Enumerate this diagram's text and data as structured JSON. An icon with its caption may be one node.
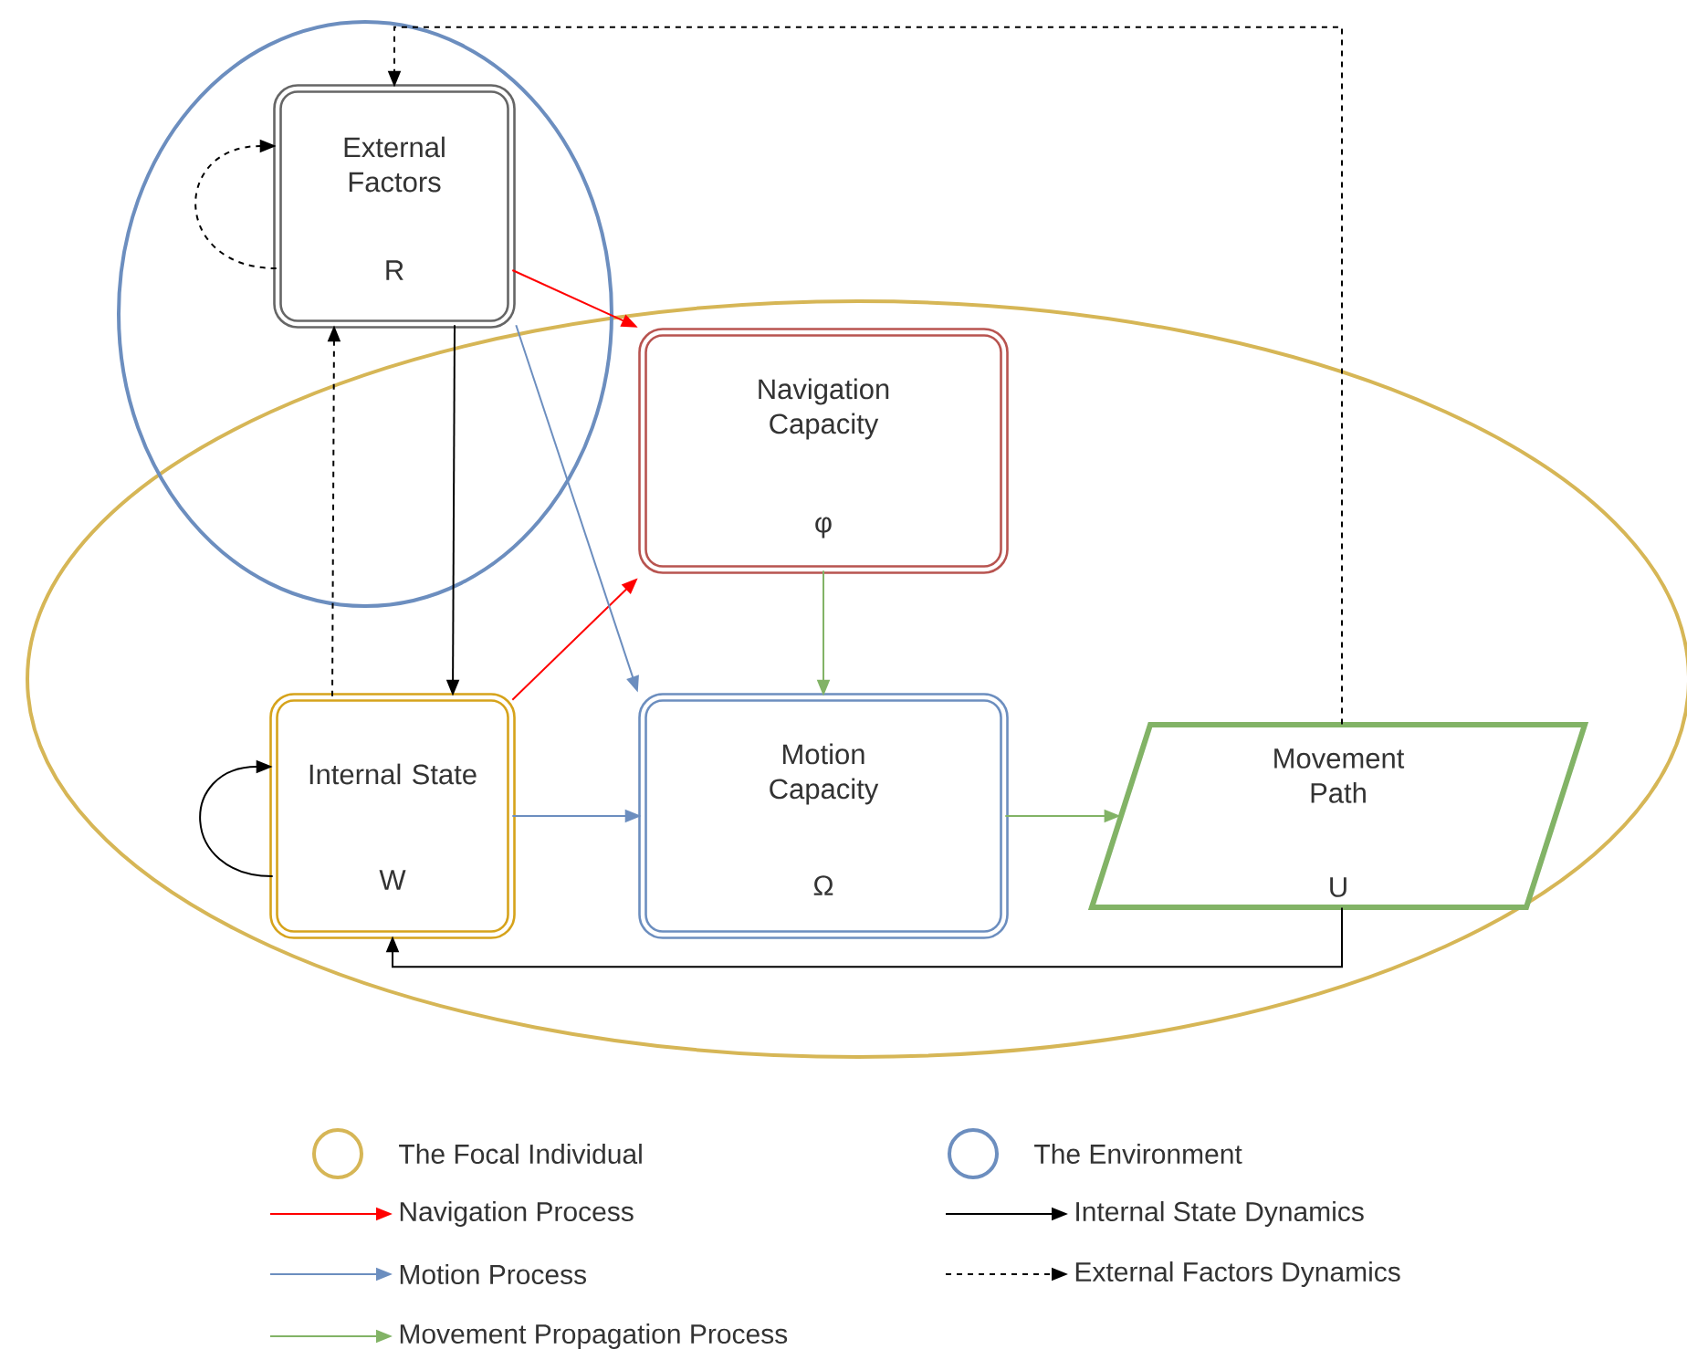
{
  "diagram": {
    "nodes": [
      {
        "text": [
          "External Factors",
          "R"
        ]
      },
      {
        "text": [
          "Navigation Capacity",
          "φ"
        ]
      },
      {
        "text": [
          "Internal State",
          "W"
        ]
      },
      {
        "text": [
          "Motion Capacity",
          "Ω"
        ]
      },
      {
        "text": [
          "Movement Path",
          "U"
        ]
      }
    ],
    "edges": [
      {
        "from": 0,
        "to": 1,
        "arrow": "to",
        "color": "#ff0000"
      },
      {
        "from": 2,
        "to": 1,
        "arrow": "to",
        "color": "#ff0000"
      },
      {
        "from": 0,
        "to": 3,
        "arrow": "to",
        "color": "#6c8ebf"
      },
      {
        "from": 2,
        "to": 3,
        "arrow": "to",
        "color": "#6c8ebf"
      },
      {
        "from": 1,
        "to": 3,
        "arrow": "to",
        "color": "#82b366"
      },
      {
        "from": 3,
        "to": 4,
        "arrow": "to",
        "color": "#82b366"
      },
      {
        "from": 0,
        "to": 2,
        "arrow": "to"
      },
      {
        "from": 2,
        "to": 2,
        "arrow": "to"
      },
      {
        "from": 4,
        "to": 2,
        "arrow": "to"
      },
      {
        "from": 2,
        "to": 0,
        "arrow": "to",
        "style": "dashed"
      },
      {
        "from": 0,
        "to": 0,
        "arrow": "to",
        "style": "dashed"
      },
      {
        "from": 4,
        "to": 0,
        "arrow": "to",
        "style": "dashed"
      }
    ],
    "legend": [
      {
        "text": "The Focal Individual",
        "color": "#d6b656"
      },
      {
        "text": "The Environment",
        "color": "#6c8ebf"
      },
      {
        "text": "Navigation Process"
      },
      {
        "text": "Internal State Dynamics"
      },
      {
        "text": "Motion Process"
      },
      {
        "text": "External Factors Dynamics"
      },
      {
        "text": "Movement Propagation Process"
      }
    ]
  }
}
